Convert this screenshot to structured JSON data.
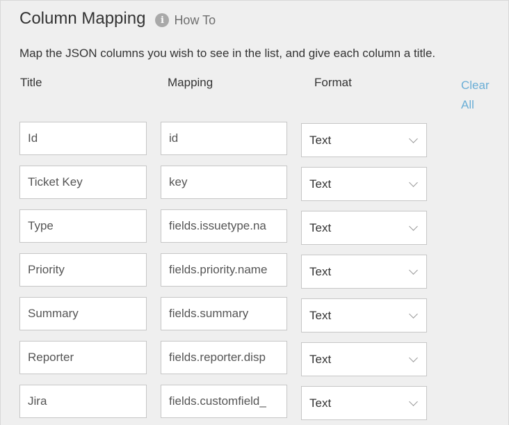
{
  "header": {
    "title": "Column Mapping",
    "howto_label": "How To"
  },
  "description": "Map the JSON columns you wish to see in the list, and give each column a title.",
  "columns": {
    "title": "Title",
    "mapping": "Mapping",
    "format": "Format",
    "clear_all": "Clear All"
  },
  "rows": [
    {
      "title": "Id",
      "mapping": "id",
      "format": "Text"
    },
    {
      "title": "Ticket Key",
      "mapping": "key",
      "format": "Text"
    },
    {
      "title": "Type",
      "mapping": "fields.issuetype.na",
      "format": "Text"
    },
    {
      "title": "Priority",
      "mapping": "fields.priority.name",
      "format": "Text"
    },
    {
      "title": "Summary",
      "mapping": "fields.summary",
      "format": "Text"
    },
    {
      "title": "Reporter",
      "mapping": "fields.reporter.disp",
      "format": "Text"
    },
    {
      "title": "Jira",
      "mapping": "fields.customfield_",
      "format": "Text"
    }
  ]
}
